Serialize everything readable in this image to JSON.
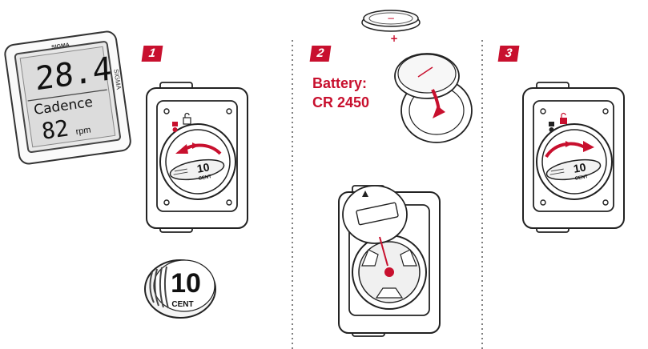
{
  "colors": {
    "accent": "#c8102e",
    "stroke": "#222222",
    "panel": "#f4f4f4"
  },
  "steps": [
    {
      "number": "1"
    },
    {
      "number": "2"
    },
    {
      "number": "3"
    }
  ],
  "battery": {
    "label": "Battery:",
    "model": "CR 2450"
  },
  "battery_symbols": {
    "minus": "−",
    "plus": "+"
  },
  "device_display": {
    "brand": "SIGMA",
    "speed_value": "28.4",
    "mode_label": "Cadence",
    "cadence_value": "82",
    "cadence_unit": "rpm",
    "side_label": "SIGMA"
  },
  "coin": {
    "value": "10",
    "unit": "CENT"
  }
}
